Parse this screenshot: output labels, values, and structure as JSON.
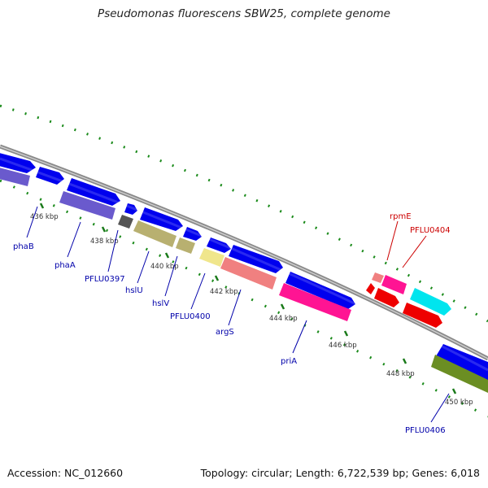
{
  "title": "Pseudomonas fluorescens SBW25, complete genome",
  "footer": {
    "accession": "Accession: NC_012660",
    "topology": "Topology: circular; Length: 6,722,539 bp; Genes: 6,018"
  },
  "ticks": [
    {
      "label": "436 kbp"
    },
    {
      "label": "438 kbp"
    },
    {
      "label": "440 kbp"
    },
    {
      "label": "442 kbp"
    },
    {
      "label": "444 kbp"
    },
    {
      "label": "446 kbp"
    },
    {
      "label": "448 kbp"
    },
    {
      "label": "450 kbp"
    }
  ],
  "gene_labels": [
    {
      "text": "phaB",
      "color": "#0000aa"
    },
    {
      "text": "phaA",
      "color": "#0000aa"
    },
    {
      "text": "PFLU0397",
      "color": "#0000aa"
    },
    {
      "text": "hslU",
      "color": "#0000aa"
    },
    {
      "text": "hslV",
      "color": "#0000aa"
    },
    {
      "text": "PFLU0400",
      "color": "#0000aa"
    },
    {
      "text": "argS",
      "color": "#0000aa"
    },
    {
      "text": "priA",
      "color": "#0000aa"
    },
    {
      "text": "rpmE",
      "color": "#cc0000"
    },
    {
      "text": "PFLU0404",
      "color": "#cc0000"
    },
    {
      "text": "PFLU0406",
      "color": "#0000aa"
    }
  ],
  "colors": {
    "cds_blue": "#0000ee",
    "lavender": "#6a5acd",
    "olive_light": "#b8b070",
    "olive_dark": "#6b8e23",
    "pale_yellow": "#f0e68c",
    "salmon": "#f08080",
    "magenta": "#ff1493",
    "red": "#ee0000",
    "cyan": "#00e5ee",
    "gray": "#555555",
    "backbone": "#8a8a8a",
    "gc_dots": "#1a8a1a"
  }
}
